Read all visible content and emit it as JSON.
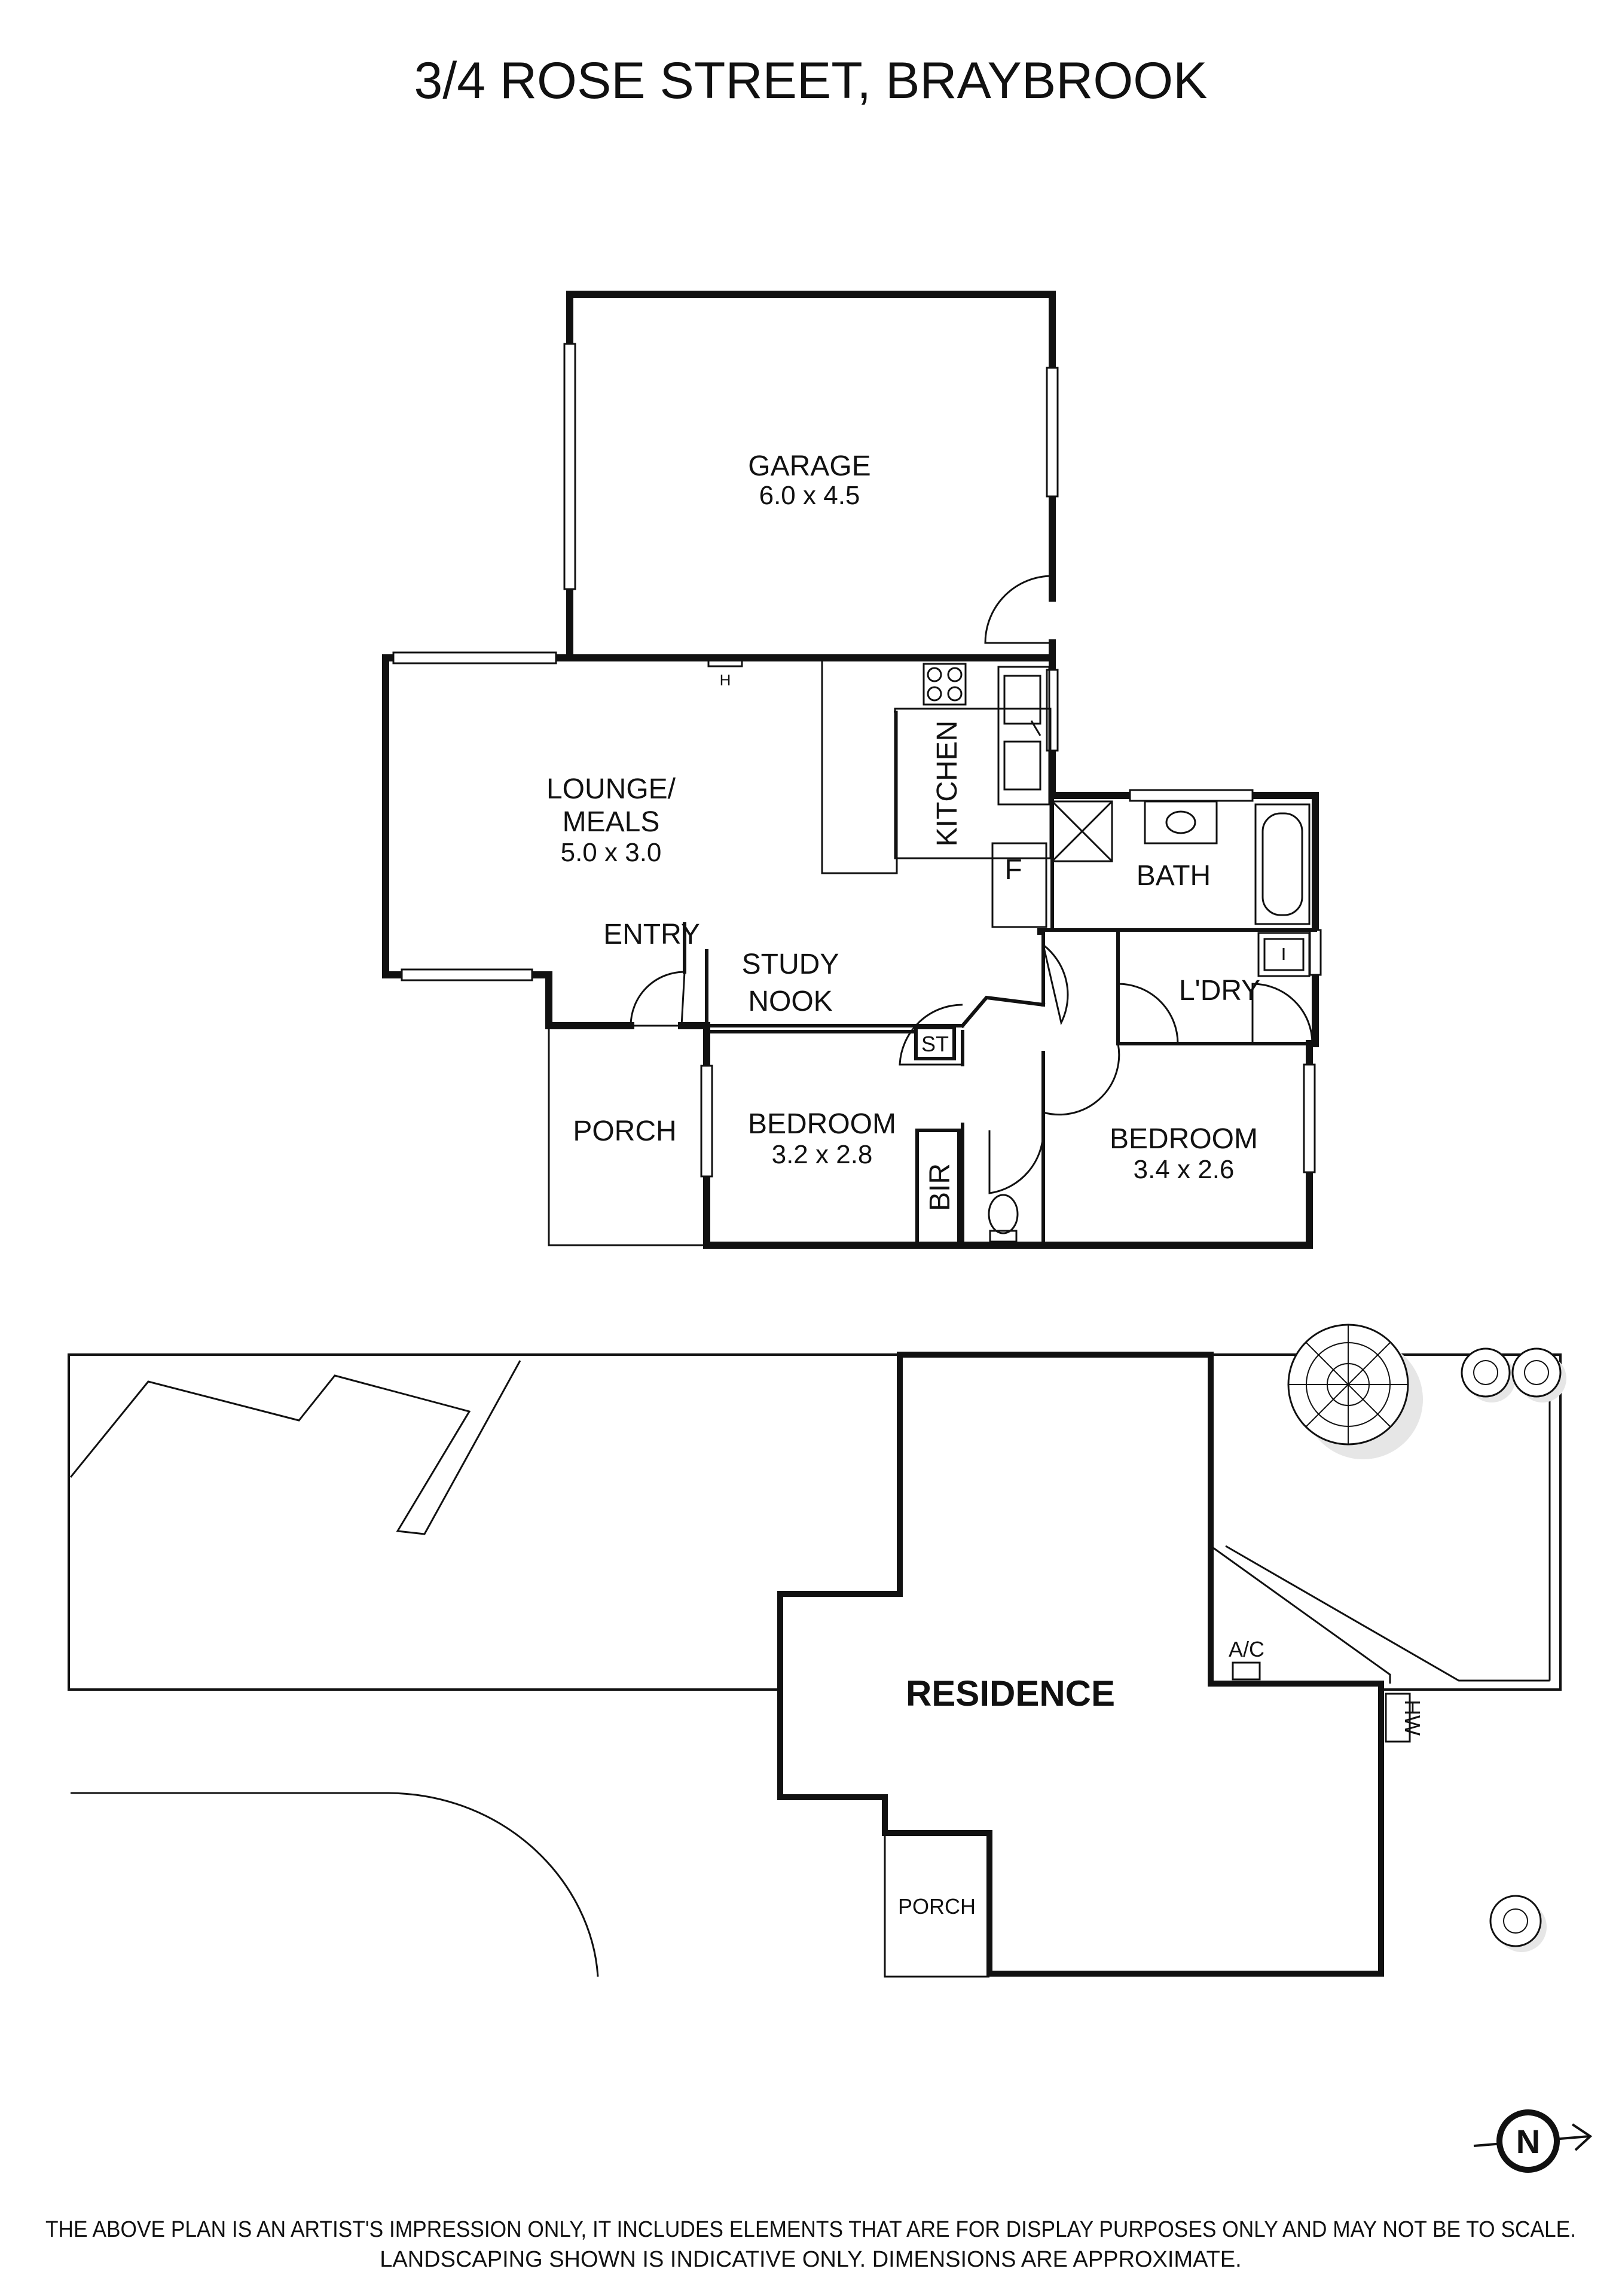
{
  "title": "3/4 ROSE STREET, BRAYBROOK",
  "rooms": {
    "garage": {
      "name": "GARAGE",
      "dims": "6.0 x 4.5"
    },
    "lounge": {
      "name_line1": "LOUNGE/",
      "name_line2": "MEALS",
      "dims": "5.0 x 3.0"
    },
    "kitchen": {
      "name": "KITCHEN"
    },
    "bath": {
      "name": "BATH"
    },
    "laundry": {
      "name": "L'DRY"
    },
    "entry": {
      "name": "ENTRY"
    },
    "study": {
      "name_line1": "STUDY",
      "name_line2": "NOOK"
    },
    "porch": {
      "name": "PORCH"
    },
    "bedroom1": {
      "name": "BEDROOM",
      "dims": "3.2 x 2.8"
    },
    "bedroom2": {
      "name": "BEDROOM",
      "dims": "3.4 x 2.6"
    },
    "bir": {
      "name": "BIR"
    },
    "store": {
      "name": "ST"
    },
    "fridge": {
      "name": "F"
    },
    "heater": {
      "name": "H"
    }
  },
  "site": {
    "residence": "RESIDENCE",
    "porch": "PORCH",
    "ac": "A/C",
    "hw": "HW"
  },
  "compass": {
    "label": "N"
  },
  "disclaimer": {
    "line1": "THE ABOVE PLAN IS AN ARTIST'S IMPRESSION ONLY, IT INCLUDES ELEMENTS THAT ARE FOR DISPLAY PURPOSES ONLY AND MAY NOT BE TO SCALE.",
    "line2": "LANDSCAPING SHOWN IS INDICATIVE ONLY. DIMENSIONS ARE APPROXIMATE."
  }
}
